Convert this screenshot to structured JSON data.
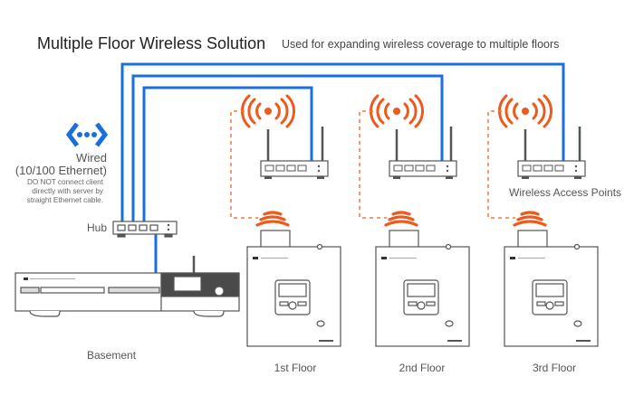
{
  "title": "Multiple Floor Wireless Solution",
  "subtitle": "Used for expanding wireless coverage to multiple floors",
  "legend": {
    "wired_icon": "ethernet-icon",
    "wired_title": "Wired",
    "wired_subtitle": "(10/100 Ethernet)",
    "wired_note": [
      "DO NOT connect client",
      "directly with server by",
      "straight Ethernet cable."
    ]
  },
  "hub": {
    "label": "Hub"
  },
  "server": {
    "label": "Basement",
    "icon": "media-server-icon"
  },
  "access_points": {
    "label": "Wireless Access Points",
    "icon": "wireless-router-icon",
    "count": 3
  },
  "floors": [
    {
      "label": "1st Floor",
      "icon": "wireless-client-icon"
    },
    {
      "label": "2nd Floor",
      "icon": "wireless-client-icon"
    },
    {
      "label": "3rd Floor",
      "icon": "wireless-client-icon"
    }
  ],
  "colors": {
    "wired_link": "#1a6fe0",
    "wireless_link": "#f07a3a",
    "wifi_signal": "#ec5a1c",
    "device_stroke": "#555555",
    "text": "#444444"
  }
}
